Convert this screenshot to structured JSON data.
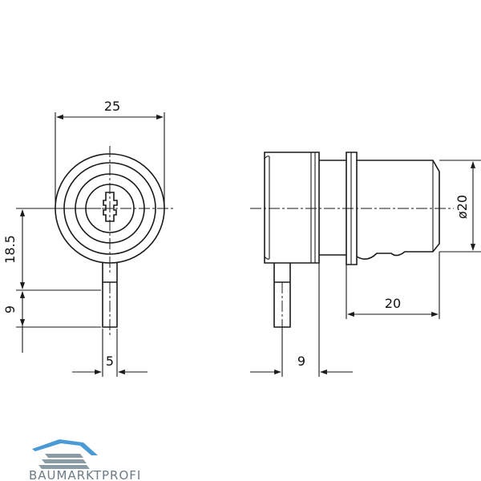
{
  "drawing": {
    "front_view": {
      "dim_width": "25",
      "dim_height": "18.5",
      "dim_pin_length": "9",
      "dim_pin_offset": "5"
    },
    "side_view": {
      "dim_diameter": "ø20",
      "dim_body_length": "20",
      "dim_pin_offset": "9"
    }
  },
  "logo": {
    "text": "BAUMARKTPROFI",
    "colors": {
      "roof": "#4a9ad6",
      "bars": "#8a9ba6",
      "text": "#6d7c86"
    }
  }
}
